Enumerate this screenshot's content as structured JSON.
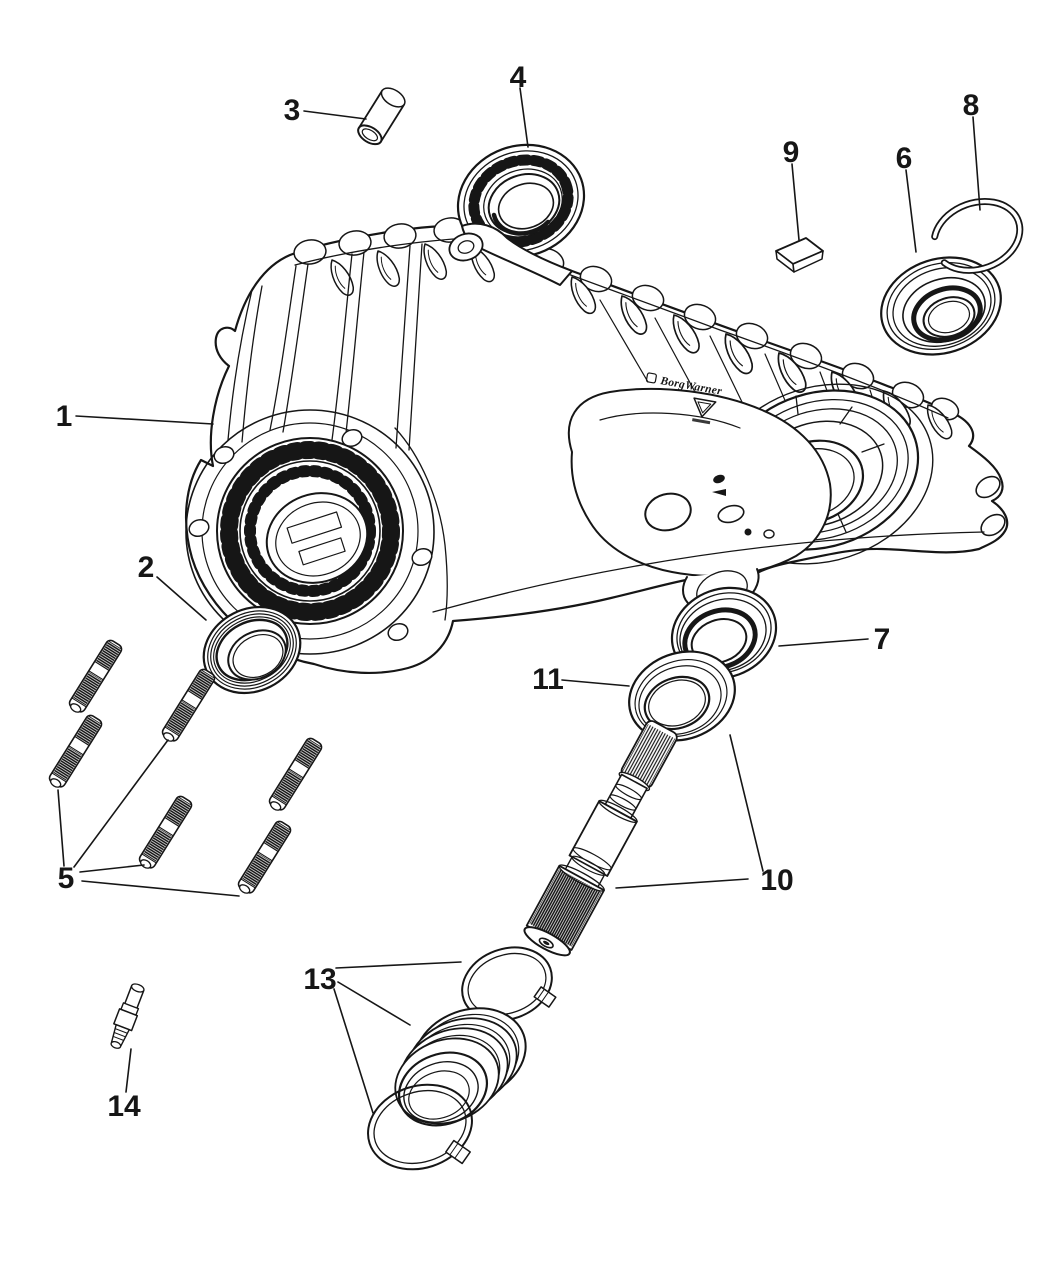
{
  "diagram": {
    "background_color": "#ffffff",
    "line_color": "#161616",
    "branding": {
      "logo_text": "BorgWarner"
    },
    "callouts": [
      {
        "number": "1"
      },
      {
        "number": "2"
      },
      {
        "number": "3"
      },
      {
        "number": "4"
      },
      {
        "number": "5"
      },
      {
        "number": "6"
      },
      {
        "number": "7"
      },
      {
        "number": "8"
      },
      {
        "number": "9"
      },
      {
        "number": "10"
      },
      {
        "number": "11"
      },
      {
        "number": "13"
      },
      {
        "number": "14"
      }
    ]
  }
}
